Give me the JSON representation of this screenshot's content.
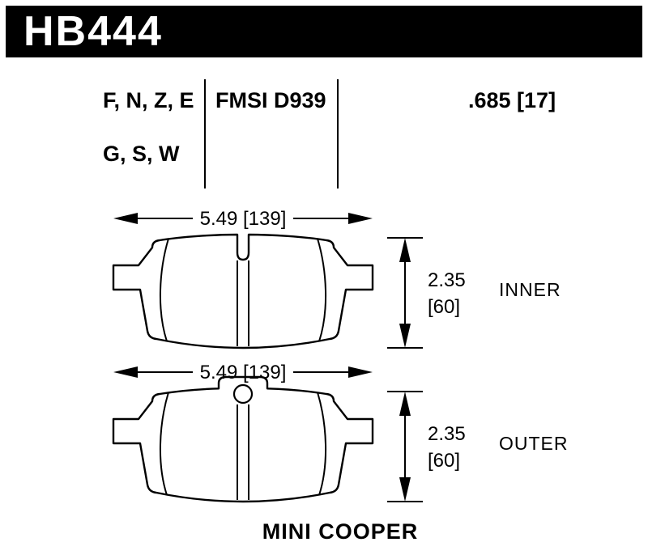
{
  "header": {
    "part_number": "HB444"
  },
  "specs": {
    "compounds_line1": "F, N, Z, E",
    "compounds_line2": "G, S, W",
    "fmsi": "FMSI D939",
    "pad_thickness": ".685 [17]"
  },
  "figures": {
    "inner": {
      "label": "INNER",
      "width": "5.49 [139]",
      "height_in": "2.35",
      "height_mm": "[60]"
    },
    "outer": {
      "label": "OUTER",
      "width": "5.49 [139]",
      "height_in": "2.35",
      "height_mm": "[60]"
    }
  },
  "vehicle": "MINI COOPER",
  "colors": {
    "ink": "#000000",
    "background": "#ffffff",
    "header_bg": "#000000",
    "header_text": "#ffffff"
  }
}
